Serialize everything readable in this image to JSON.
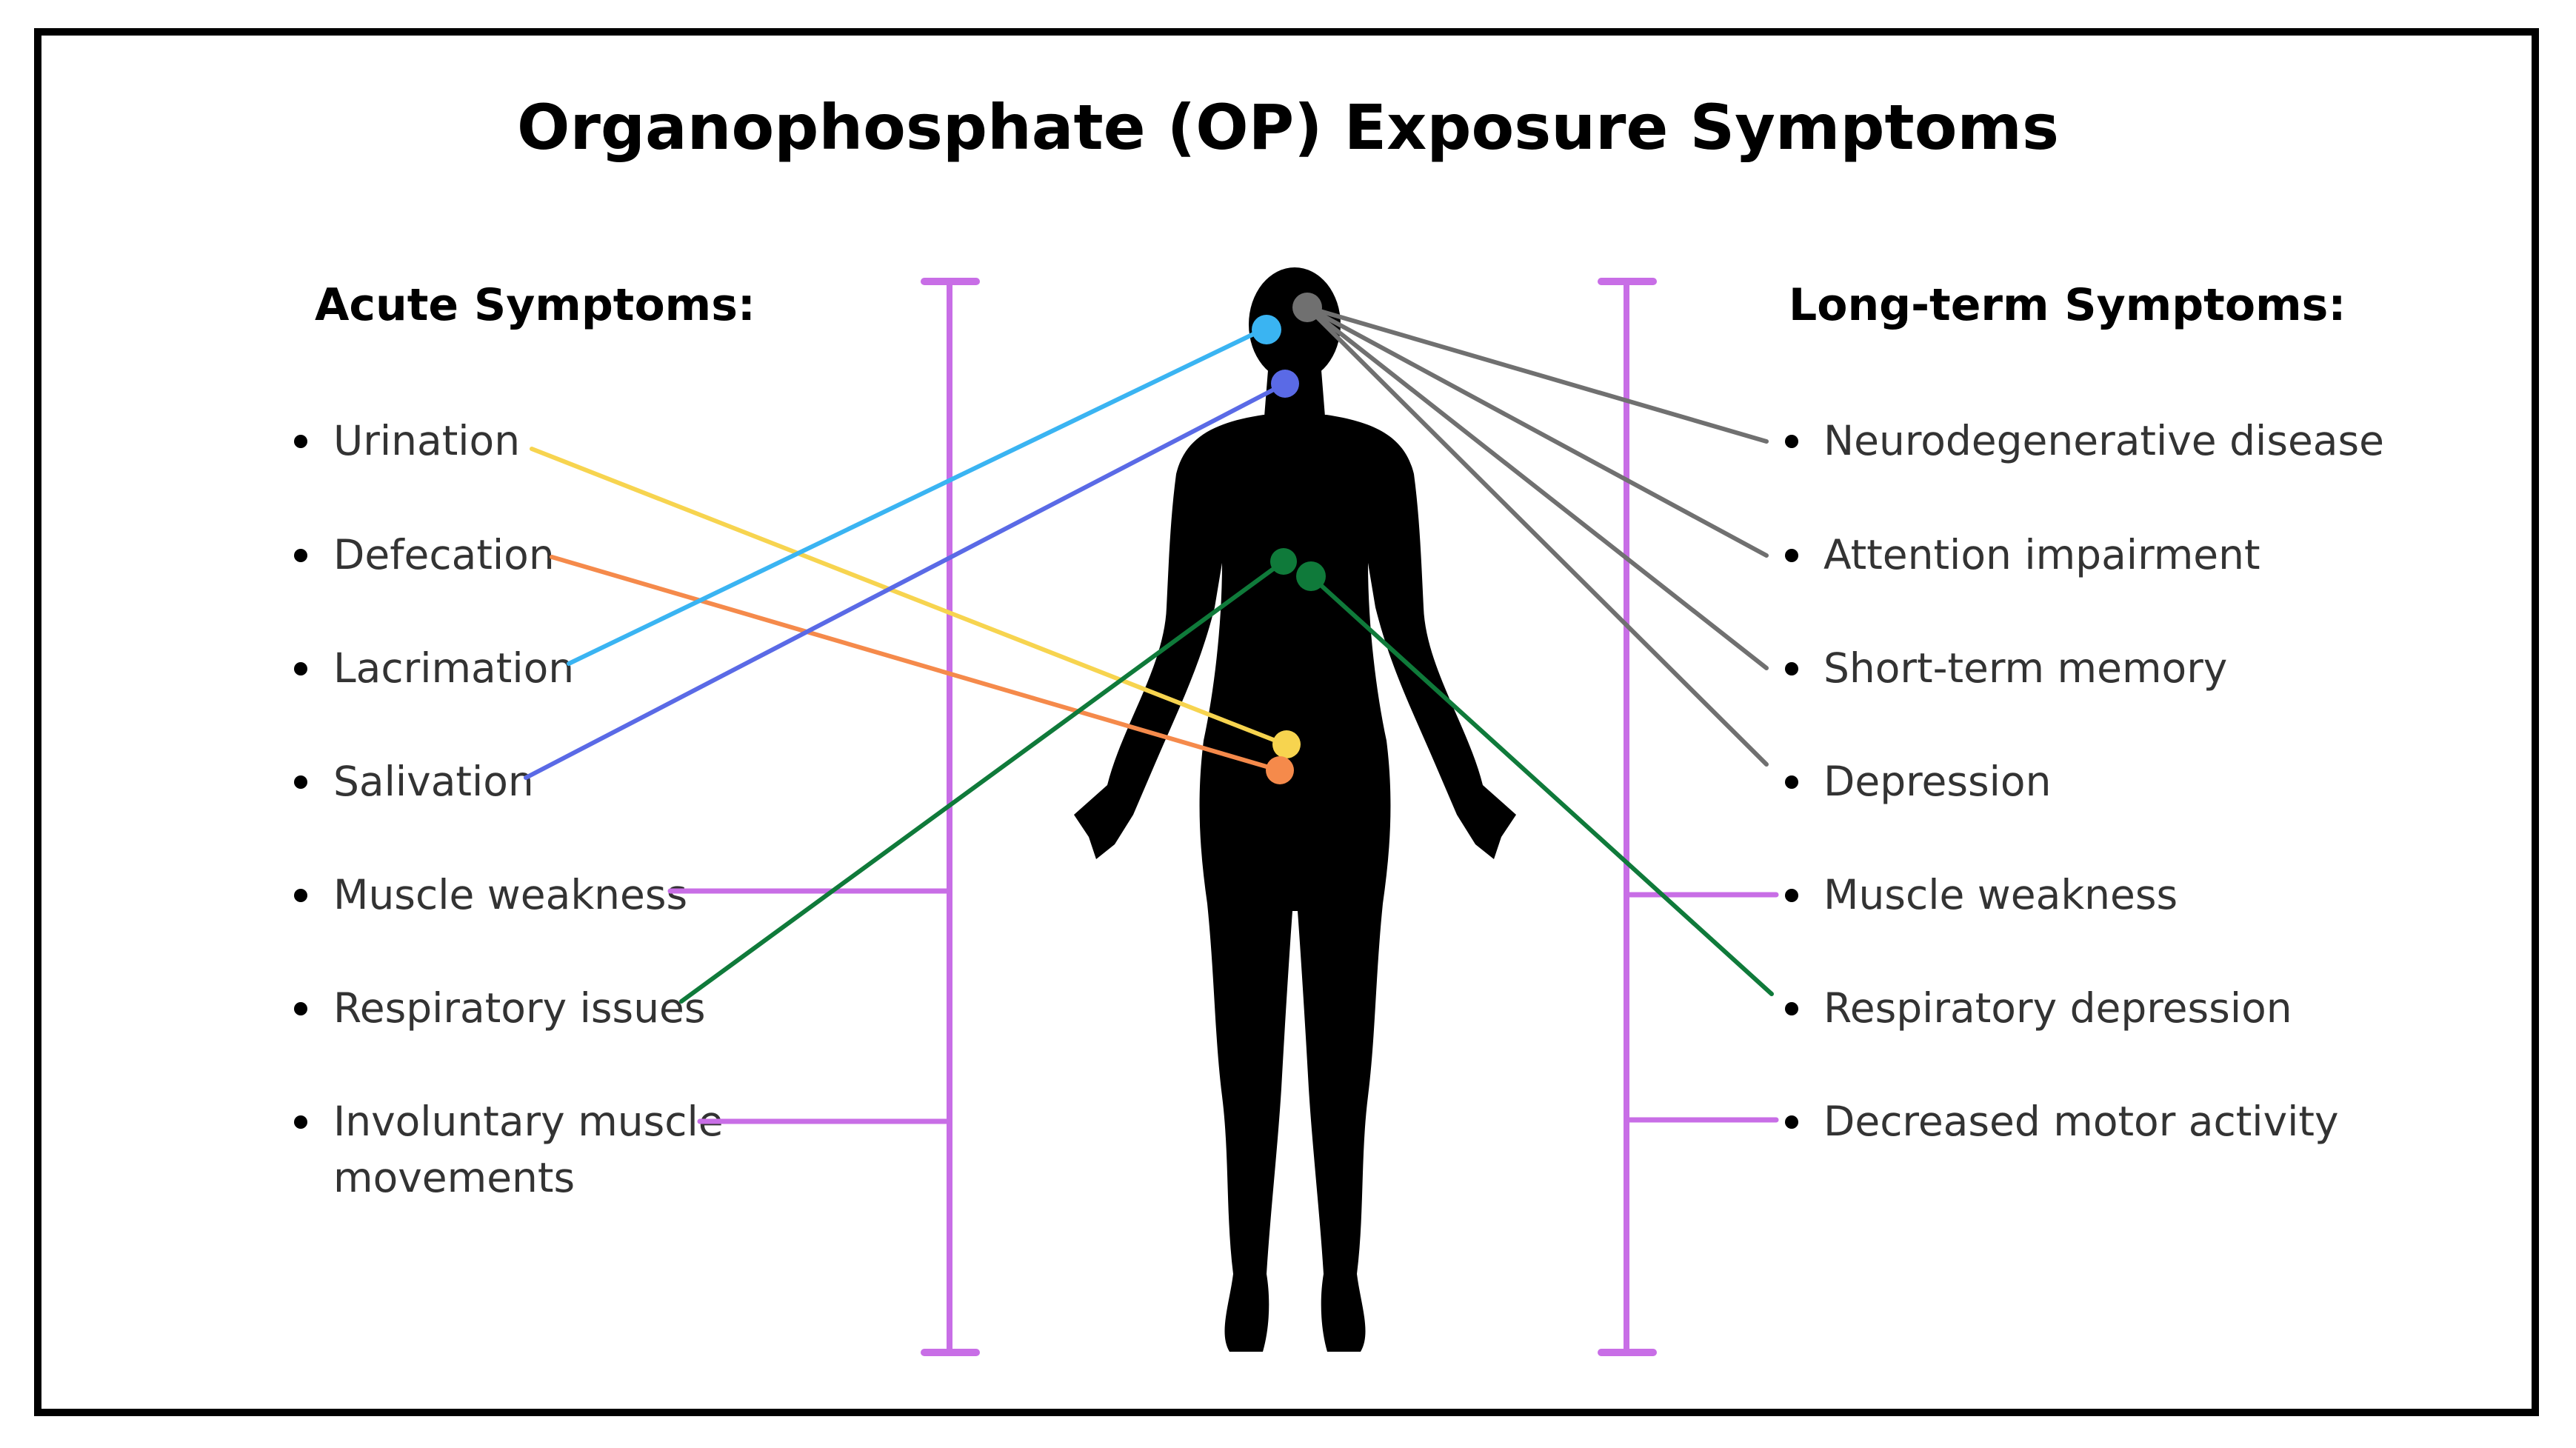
{
  "title": "Organophosphate (OP) Exposure Symptoms",
  "acute": {
    "heading": "Acute Symptoms:",
    "items": [
      "Urination",
      "Defecation",
      "Lacrimation",
      "Salivation",
      "Muscle weakness",
      "Respiratory issues",
      "Involuntary muscle",
      "movements"
    ]
  },
  "longterm": {
    "heading": "Long-term Symptoms:",
    "items": [
      "Neurodegenerative disease",
      "Attention impairment",
      "Short-term memory",
      "Depression",
      "Muscle weakness",
      "Respiratory depression",
      "Decreased motor activity"
    ]
  },
  "colors": {
    "urination": "#f7d44f",
    "defecation": "#f58a4b",
    "lacrimation": "#3ab4f2",
    "salivation": "#5a6ae6",
    "respiratory": "#0f7a3a",
    "longterm": "#707070",
    "bracket": "#c86ee6",
    "body": "#000000"
  },
  "icons": {
    "body": "human-body-silhouette-icon",
    "bracket": "bracket-bar-icon"
  }
}
